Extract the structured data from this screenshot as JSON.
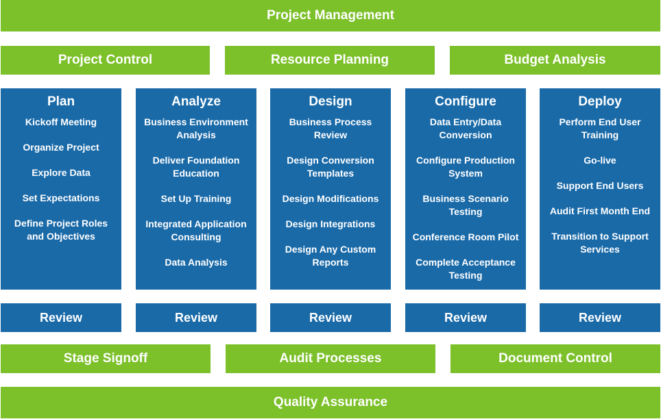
{
  "top": {
    "title": "Project Management"
  },
  "row2": [
    "Project Control",
    "Resource Planning",
    "Budget Analysis"
  ],
  "phases": [
    {
      "title": "Plan",
      "items": [
        "Kickoff Meeting",
        "Organize Project",
        "Explore Data",
        "Set Expectations",
        "Define Project Roles and Objectives"
      ]
    },
    {
      "title": "Analyze",
      "items": [
        "Business Environment Analysis",
        "Deliver Foundation Education",
        "Set Up Training",
        "Integrated Application Consulting",
        "Data Analysis"
      ]
    },
    {
      "title": "Design",
      "items": [
        "Business Process Review",
        "Design Conversion Templates",
        "Design Modifications",
        "Design Integrations",
        "Design Any Custom Reports"
      ]
    },
    {
      "title": "Configure",
      "items": [
        "Data Entry/Data Conversion",
        "Configure Production System",
        "Business Scenario Testing",
        "Conference Room Pilot",
        "Complete Acceptance Testing"
      ]
    },
    {
      "title": "Deploy",
      "items": [
        "Perform End User Training",
        "Go-live",
        "Support End Users",
        "Audit First Month End",
        "Transition to Support Services"
      ]
    }
  ],
  "review": [
    "Review",
    "Review",
    "Review",
    "Review",
    "Review"
  ],
  "row5": [
    "Stage Signoff",
    "Audit Processes",
    "Document Control"
  ],
  "bottom": {
    "title": "Quality Assurance"
  },
  "colors": {
    "green": "#7cc02a",
    "blue": "#1a6aa8"
  }
}
